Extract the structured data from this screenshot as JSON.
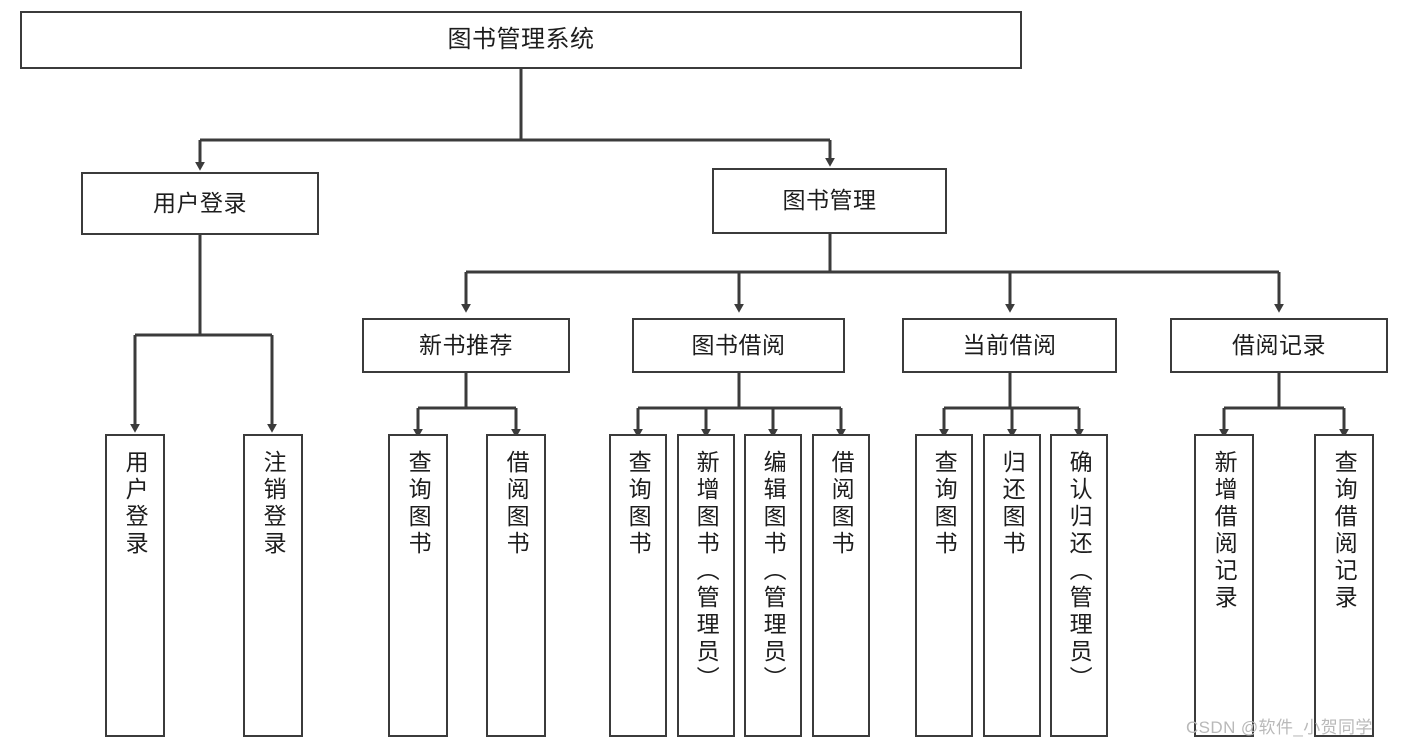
{
  "diagram": {
    "type": "tree-hierarchy-chart",
    "root": {
      "label": "图书管理系统"
    },
    "level2": [
      {
        "label": "用户登录"
      },
      {
        "label": "图书管理"
      }
    ],
    "level3": [
      {
        "label": "新书推荐"
      },
      {
        "label": "图书借阅"
      },
      {
        "label": "当前借阅"
      },
      {
        "label": "借阅记录"
      }
    ],
    "leaves": {
      "user_login": [
        {
          "label": "用户登录"
        },
        {
          "label": "注销登录"
        }
      ],
      "new_book_recommend": [
        {
          "label": "查询图书"
        },
        {
          "label": "借阅图书"
        }
      ],
      "book_borrow": [
        {
          "label": "查询图书"
        },
        {
          "label": "新增图书（管理员）"
        },
        {
          "label": "编辑图书（管理员）"
        },
        {
          "label": "借阅图书"
        }
      ],
      "current_borrow": [
        {
          "label": "查询图书"
        },
        {
          "label": "归还图书"
        },
        {
          "label": "确认归还（管理员）"
        }
      ],
      "borrow_record": [
        {
          "label": "新增借阅记录"
        },
        {
          "label": "查询借阅记录"
        }
      ]
    }
  },
  "watermark": {
    "text": "CSDN @软件_小贺同学"
  },
  "colors": {
    "stroke": "#3b3b3b",
    "background": "#ffffff",
    "text": "#1d1d1d",
    "watermark": "#b9b9b9"
  }
}
